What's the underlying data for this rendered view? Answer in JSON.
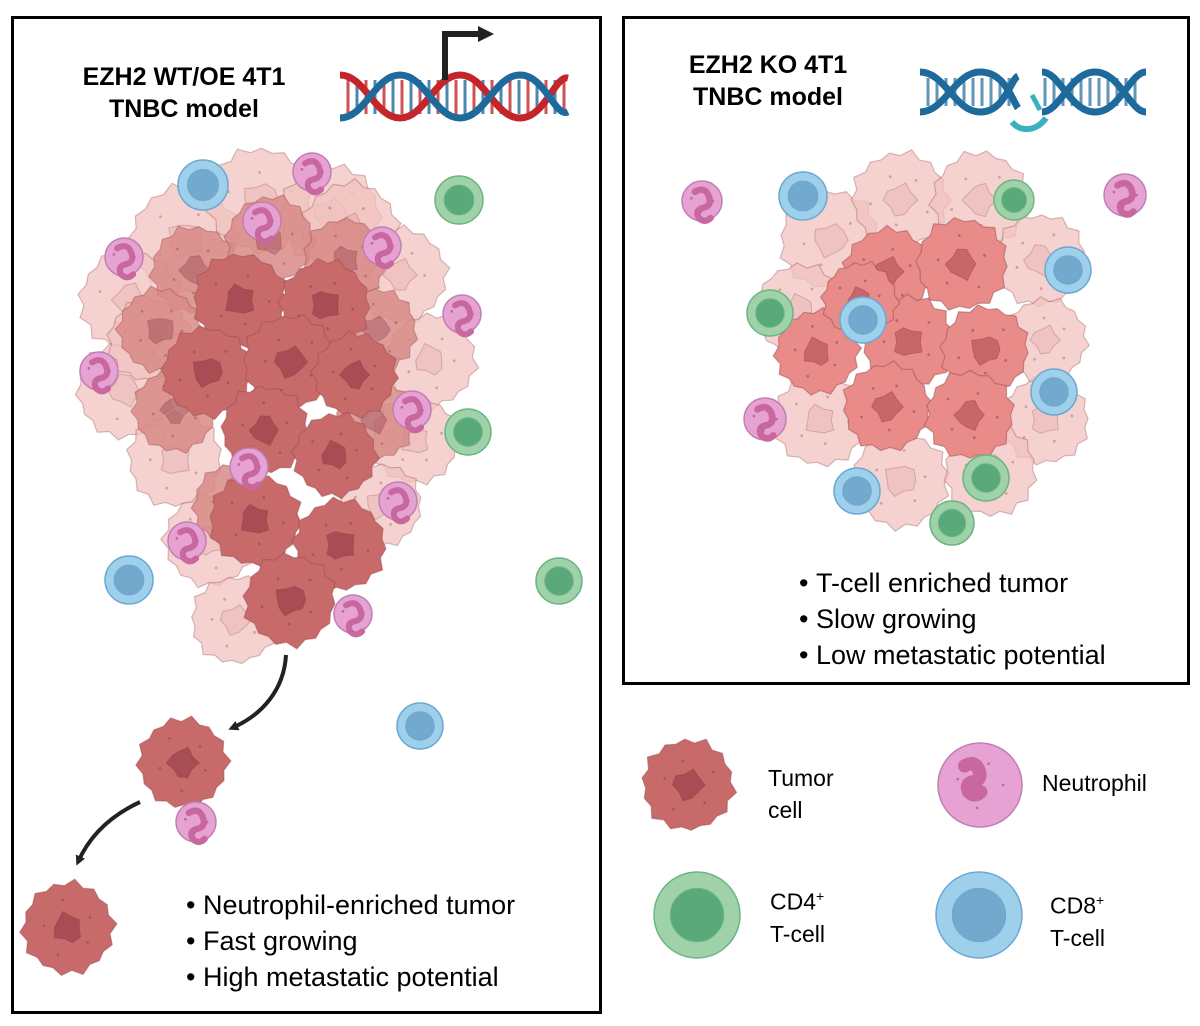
{
  "left_panel": {
    "title_line1": "EZH2 WT/OE 4T1",
    "title_line2": "TNBC model",
    "bullets": [
      "Neutrophil-enriched tumor",
      "Fast growing",
      "High metastatic potential"
    ]
  },
  "right_panel": {
    "title_line1": "EZH2 KO 4T1",
    "title_line2": "TNBC model",
    "bullets": [
      "T-cell enriched tumor",
      "Slow growing",
      "Low metastatic potential"
    ]
  },
  "legend": {
    "tumor_line1": "Tumor",
    "tumor_line2": "cell",
    "neutrophil": "Neutrophil",
    "cd4_base": "CD4",
    "cd4_sup": "+",
    "cd4_line2": "T-cell",
    "cd8_base": "CD8",
    "cd8_sup": "+",
    "cd8_line2": "T-cell"
  },
  "colors": {
    "tumor_fill": "#c96a6a",
    "tumor_nucleus": "#a84d54",
    "tumor_faded": "#f2c3c0",
    "tumor_bright": "#e98b88",
    "neutrophil_fill": "#e6a2d2",
    "neutrophil_nucleus": "#c9679f",
    "cd4_fill": "#9fd2a8",
    "cd4_nucleus": "#5aa97a",
    "cd8_fill": "#9ecfeb",
    "cd8_nucleus": "#72a9cc",
    "dna_red": "#c4252b",
    "dna_blue": "#1f6a9c",
    "dna_teal": "#3ab0c0"
  },
  "icons": [
    "tumor-cell-icon",
    "neutrophil-icon",
    "cd4-t-cell-icon",
    "cd8-t-cell-icon",
    "dna-active-icon",
    "dna-broken-icon",
    "metastasis-arrow-icon"
  ]
}
